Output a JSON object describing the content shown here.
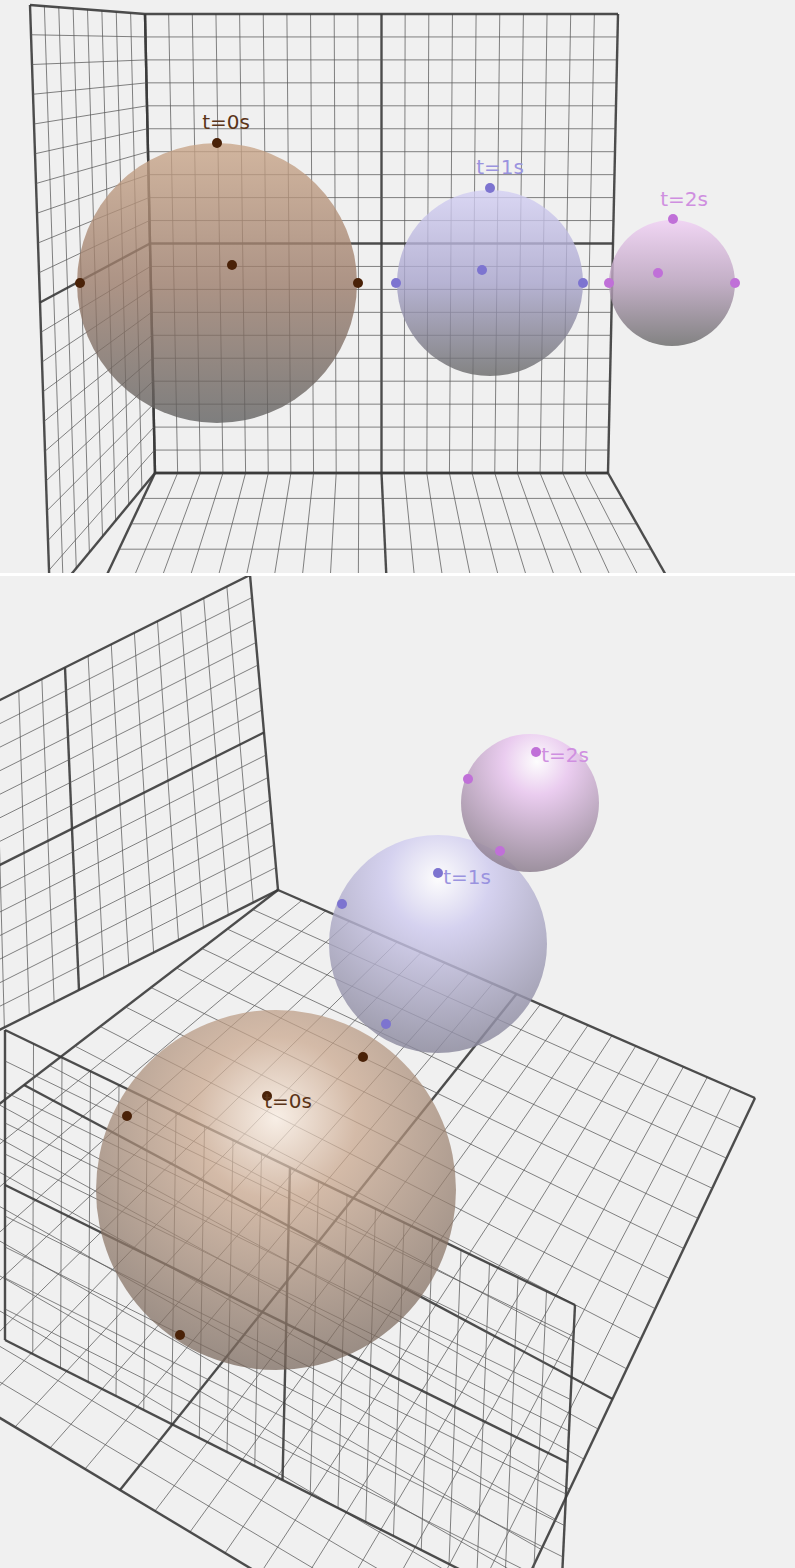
{
  "diagram": {
    "nodes": [
      {
        "text": [
          "t=0s"
        ]
      },
      {
        "text": [
          "t=1s"
        ]
      },
      {
        "text": [
          "t=2s"
        ]
      },
      {
        "text": [
          "t=0s"
        ]
      },
      {
        "text": [
          "t=1s"
        ]
      },
      {
        "text": [
          "t=2s"
        ]
      }
    ]
  }
}
